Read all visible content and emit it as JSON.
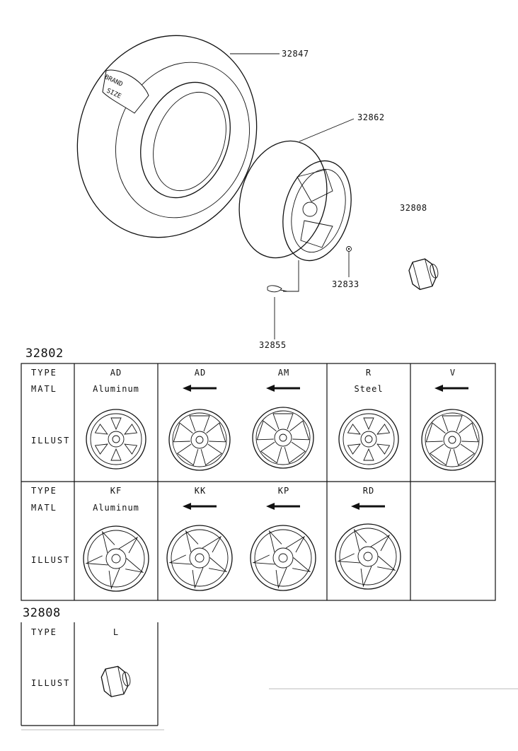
{
  "diagram": {
    "parts": {
      "tire": "32847",
      "rim": "32862",
      "nut": "32808",
      "cap": "32833",
      "valve": "32855"
    }
  },
  "table_wheels": {
    "section": "32802",
    "row_labels": {
      "type": "TYPE",
      "mat": "MATL",
      "illust": "ILLUST"
    },
    "row1": [
      {
        "type": "AD",
        "mat": "Aluminum"
      },
      {
        "type": "AD",
        "mat": ""
      },
      {
        "type": "AM",
        "mat": ""
      },
      {
        "type": "R",
        "mat": "Steel"
      },
      {
        "type": "V",
        "mat": ""
      }
    ],
    "row2": [
      {
        "type": "KF",
        "mat": "Aluminum"
      },
      {
        "type": "KK",
        "mat": ""
      },
      {
        "type": "KP",
        "mat": ""
      },
      {
        "type": "RD",
        "mat": ""
      }
    ]
  },
  "table_nut": {
    "section": "32808",
    "row_labels": {
      "type": "TYPE",
      "illust": "ILLUST"
    },
    "type": "L"
  },
  "icons": [
    "left-arrow-icon",
    "wheel-icon",
    "nut-icon",
    "tire-icon"
  ]
}
